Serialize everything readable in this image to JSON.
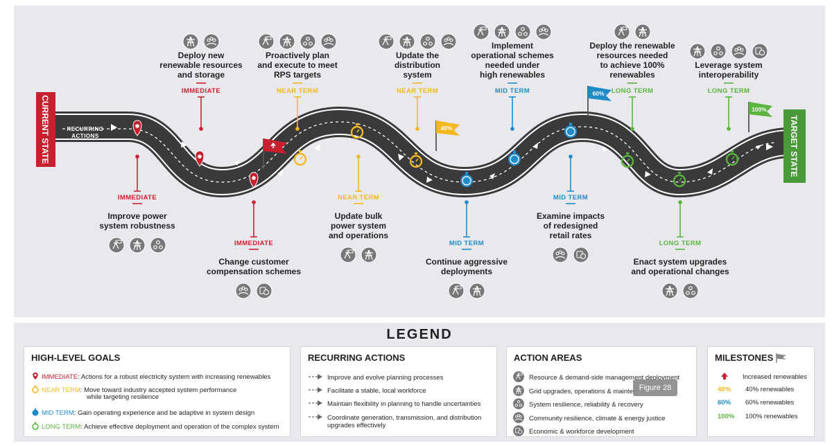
{
  "start_label": "CURRENT STATE",
  "end_label": "TARGET STATE",
  "recurring_label_1": "RECURRING",
  "recurring_label_2": "ACTIONS",
  "colors": {
    "immediate": "#c8202f",
    "near": "#f2b81e",
    "mid": "#1f8cc8",
    "long": "#5ab43e",
    "road": "#3a3a3c",
    "banner_red": "#c8202f",
    "banner_green": "#4b9a3a"
  },
  "goals": [
    {
      "id": "g1",
      "term": "IMMEDIATE",
      "lines": [
        "Deploy new",
        "renewable resources",
        "and storage"
      ],
      "icons": [
        "grid-icon",
        "community-icon"
      ]
    },
    {
      "id": "g2",
      "term": "IMMEDIATE",
      "lines": [
        "Improve power",
        "system robustness"
      ],
      "icons": [
        "resource-icon",
        "grid-icon",
        "resilience-icon"
      ]
    },
    {
      "id": "g3",
      "term": "IMMEDIATE",
      "lines": [
        "Change customer",
        "compensation schemes"
      ],
      "icons": [
        "community-icon",
        "economic-icon"
      ]
    },
    {
      "id": "g4",
      "term": "NEAR TERM",
      "lines": [
        "Proactively plan",
        "and execute to meet",
        "RPS targets"
      ],
      "icons": [
        "resource-icon",
        "grid-icon",
        "resilience-icon",
        "community-icon"
      ]
    },
    {
      "id": "g5",
      "term": "NEAR TERM",
      "lines": [
        "Update bulk",
        "power system",
        "and operations"
      ],
      "icons": [
        "resource-icon",
        "grid-icon"
      ]
    },
    {
      "id": "g6",
      "term": "NEAR TERM",
      "lines": [
        "Update the",
        "distribution",
        "system"
      ],
      "icons": [
        "resource-icon",
        "grid-icon",
        "resilience-icon",
        "community-icon"
      ]
    },
    {
      "id": "g7",
      "term": "MID TERM",
      "lines": [
        "Continue aggressive",
        "deployments"
      ],
      "icons": [
        "resource-icon",
        "grid-icon"
      ]
    },
    {
      "id": "g8",
      "term": "MID TERM",
      "lines": [
        "Implement",
        "operational schemes",
        "needed under",
        "high renewables"
      ],
      "icons": [
        "resource-icon",
        "grid-icon",
        "resilience-icon",
        "community-icon"
      ]
    },
    {
      "id": "g9",
      "term": "MID TERM",
      "lines": [
        "Examine impacts",
        "of redesigned",
        "retail rates"
      ],
      "icons": [
        "community-icon",
        "economic-icon"
      ]
    },
    {
      "id": "g10",
      "term": "LONG TERM",
      "lines": [
        "Deploy the renewable",
        "resources needed",
        "to achieve 100%",
        "renewables"
      ],
      "icons": [
        "resource-icon",
        "grid-icon"
      ]
    },
    {
      "id": "g11",
      "term": "LONG TERM",
      "lines": [
        "Enact system upgrades",
        "and operational changes"
      ],
      "icons": [
        "grid-icon",
        "resilience-icon"
      ]
    },
    {
      "id": "g12",
      "term": "LONG TERM",
      "lines": [
        "Leverage system",
        "interoperability"
      ],
      "icons": [
        "grid-icon",
        "resilience-icon",
        "community-icon",
        "economic-icon"
      ]
    }
  ],
  "flags": [
    {
      "label": "",
      "type": "red"
    },
    {
      "label": "40%",
      "type": "near"
    },
    {
      "label": "60%",
      "type": "mid"
    },
    {
      "label": "100%",
      "type": "long"
    }
  ],
  "legend": {
    "title": "LEGEND",
    "high_level_goals": {
      "title": "HIGH-LEVEL GOALS",
      "items": [
        {
          "term": "IMMEDIATE",
          "text": "Actions for a robust electricity system with increasing renewables",
          "cont": ""
        },
        {
          "term": "NEAR TERM",
          "text": "Move toward industry accepted system performance",
          "cont": "while targeting resilience"
        },
        {
          "term": "MID TERM",
          "text": "Gain operating experience and be adaptive in system design",
          "cont": ""
        },
        {
          "term": "LONG TERM",
          "text": "Achieve effective deployment and operation of the complex system",
          "cont": ""
        }
      ]
    },
    "recurring_actions": {
      "title": "RECURRING ACTIONS",
      "items": [
        {
          "text": "Improve and evolve planning processes",
          "cont": ""
        },
        {
          "text": "Facilitate a stable, local workforce",
          "cont": ""
        },
        {
          "text": "Maintain flexibility in planning to handle uncertainties",
          "cont": ""
        },
        {
          "text": "Coordinate generation, transmission, and distribution",
          "cont": "upgrades effectively"
        }
      ]
    },
    "action_areas": {
      "title": "ACTION AREAS",
      "items": [
        {
          "icon": "resource-icon",
          "text": "Resource & demand-side management deployment"
        },
        {
          "icon": "grid-icon",
          "text": "Grid upgrades, operations & mainten"
        },
        {
          "icon": "resilience-icon",
          "text": "System resilience, reliability & recovery"
        },
        {
          "icon": "community-icon",
          "text": "Community resilience, climate & energy justice"
        },
        {
          "icon": "economic-icon",
          "text": "Economic & workforce development"
        }
      ]
    },
    "milestones": {
      "title": "MILESTONES",
      "items": [
        {
          "marker": "",
          "text": "Increased renewables"
        },
        {
          "marker": "40%",
          "text": "40% renewables"
        },
        {
          "marker": "60%",
          "text": "60% renewables"
        },
        {
          "marker": "100%",
          "text": "100% renewables"
        }
      ]
    }
  },
  "tooltip": "Figure 28"
}
